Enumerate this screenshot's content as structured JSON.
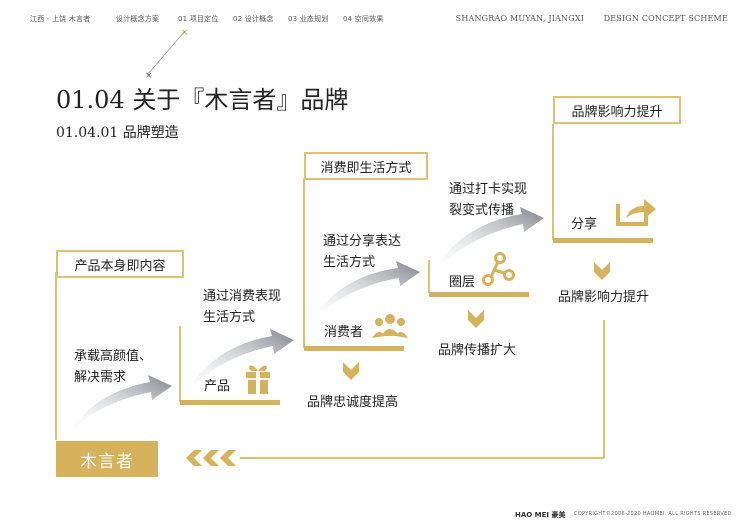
{
  "nav": {
    "project": "江西 - 上饶  木言者",
    "items": [
      "设计概念方案",
      "01  项目定位",
      "02  设计概念",
      "03  业态规划",
      "04  空间效果"
    ],
    "right_city": "SHANGRAO MUYAN, JIANGXI",
    "right_doc": "DESIGN CONCEPT SCHEME"
  },
  "heading": {
    "title": "01.04  关于『木言者』品牌",
    "subtitle": "01.04.01  品牌塑造"
  },
  "diagram": {
    "boxes": [
      "产品本身即内容",
      "消费即生活方式",
      "品牌影响力提升"
    ],
    "texts": {
      "t1": [
        "承载高颜值、",
        "解决需求"
      ],
      "t2": [
        "通过消费表现",
        "生活方式"
      ],
      "t3": [
        "通过分享表达",
        "生活方式"
      ],
      "t4": [
        "通过打卡实现",
        "裂变式传播"
      ]
    },
    "step_labels": [
      "产品",
      "消费者",
      "圈层",
      "分享"
    ],
    "results": [
      "品牌忠诚度提高",
      "品牌传播扩大",
      "品牌影响力提升"
    ],
    "brand": "木言者"
  },
  "footer": {
    "logo": "HAO MEI 豪美",
    "copyright": "COPYRIGHT©2006-2020 HAOMEI. ALL RIGHTS RESERVED."
  },
  "colors": {
    "gold": "#d7b25c",
    "gold_light": "#e0c072",
    "arrow_gray": "#8a8d95"
  }
}
